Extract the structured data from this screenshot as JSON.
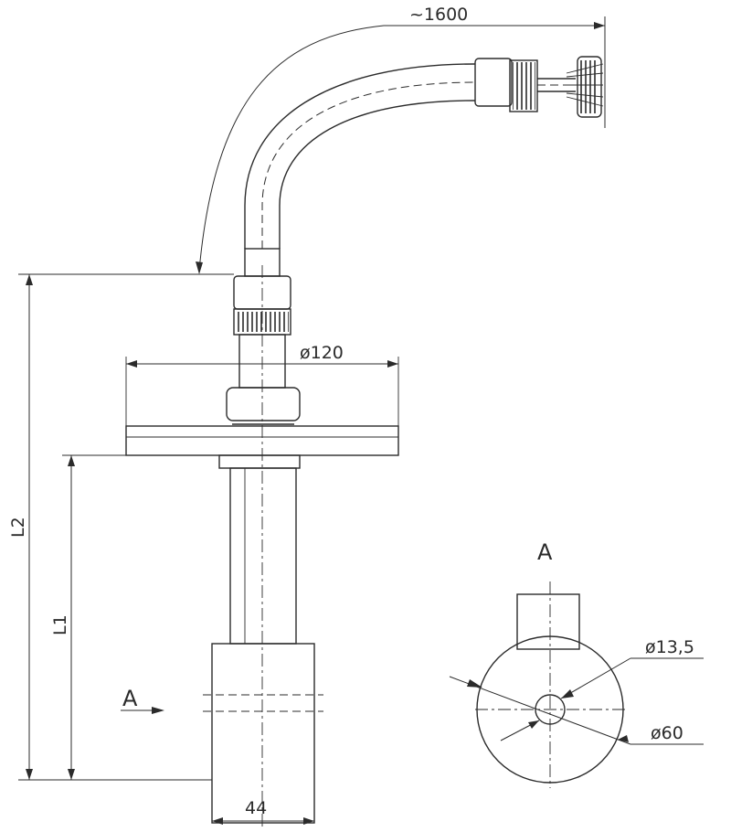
{
  "labels": {
    "cable_length": "~1600",
    "flange_diameter": "ø120",
    "width": "44",
    "height_l1": "L1",
    "height_l2": "L2",
    "view_marker": "A",
    "view_title": "A",
    "hole_diameter": "ø13,5",
    "float_diameter": "ø60"
  }
}
